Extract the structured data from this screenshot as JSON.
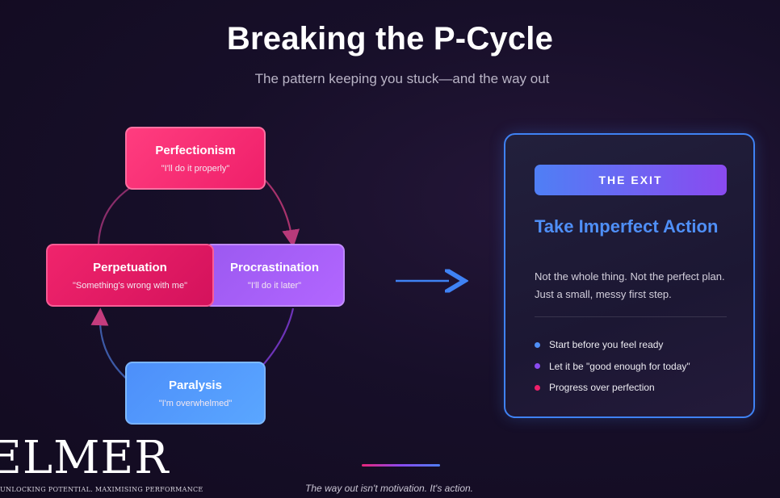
{
  "header": {
    "title": "Breaking the P-Cycle",
    "subtitle": "The pattern keeping you stuck—and the way out"
  },
  "cycle": {
    "nodes": [
      {
        "name": "Perfectionism",
        "quote": "\"I'll do it properly\"",
        "color": "#ef1f6a"
      },
      {
        "name": "Procrastination",
        "quote": "\"I'll do it later\"",
        "color": "#a85ef5"
      },
      {
        "name": "Paralysis",
        "quote": "\"I'm overwhelmed\"",
        "color": "#4f8ff7"
      },
      {
        "name": "Perpetuation",
        "quote": "\"Something's wrong with me\"",
        "color": "#e21c66"
      }
    ],
    "flow": [
      "Perfectionism",
      "Procrastination",
      "Paralysis",
      "Perpetuation",
      "Perfectionism"
    ]
  },
  "connector": {
    "icon": "arrow-right-icon",
    "color": "#3f82f4"
  },
  "exit_card": {
    "badge": "THE EXIT",
    "heading": "Take Imperfect Action",
    "description": "Not the whole thing. Not the perfect plan. Just a small, messy first step.",
    "bullets": [
      {
        "text": "Start before you feel ready",
        "color": "#4f8ff7"
      },
      {
        "text": "Let it be \"good enough for today\"",
        "color": "#8a4af0"
      },
      {
        "text": "Progress over perfection",
        "color": "#ef1f6a"
      }
    ]
  },
  "footer": {
    "text": "The way out isn't motivation. It's action."
  },
  "logo": {
    "word": "ELMER",
    "tagline": "UNLOCKING POTENTIAL. MAXIMISING PERFORMANCE"
  }
}
